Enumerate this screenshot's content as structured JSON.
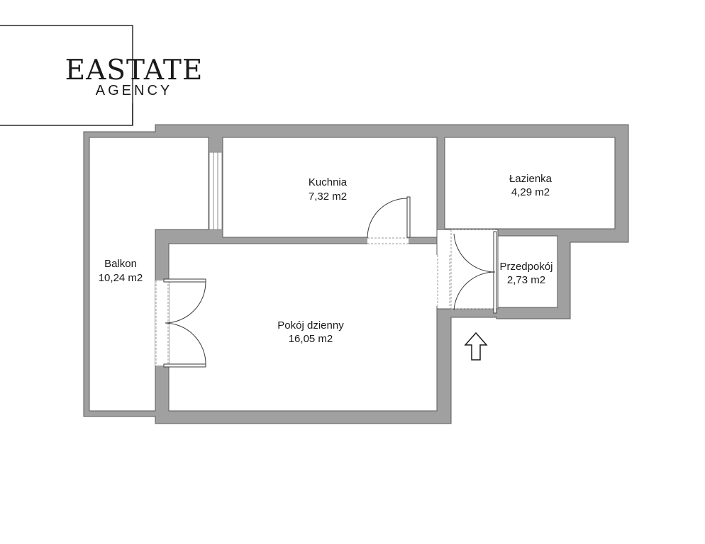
{
  "logo": {
    "name": "EASTATE",
    "tagline": "AGENCY"
  },
  "rooms": {
    "balkon": {
      "name": "Balkon",
      "area": "10,24 m2"
    },
    "kuchnia": {
      "name": "Kuchnia",
      "area": "7,32 m2"
    },
    "lazienka": {
      "name": "Łazienka",
      "area": "4,29 m2"
    },
    "przedpokoj": {
      "name": "Przedpokój",
      "area": "2,73 m2"
    },
    "pokoj": {
      "name": "Pokój dzienny",
      "area": "16,05 m2"
    }
  },
  "colors": {
    "wall": "#a0a0a0",
    "ink": "#1a1a1a"
  },
  "icons": {
    "entrance": "arrow-up-icon"
  }
}
